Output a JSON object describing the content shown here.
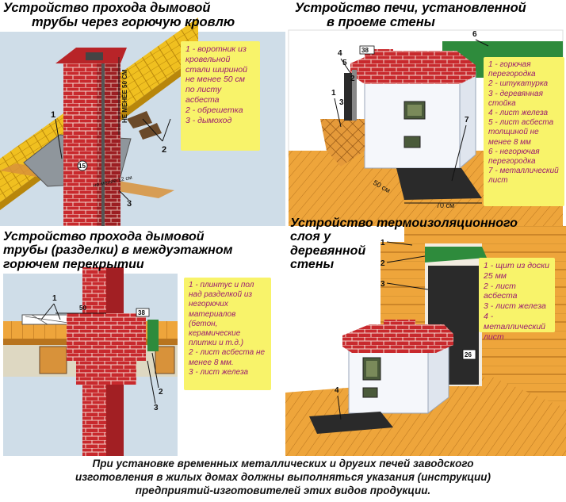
{
  "panels": {
    "roof": {
      "title_lines": [
        "Устройство прохода дымовой",
        "трубы через горючую кровлю"
      ],
      "legend": [
        "1 - воротник из кровельной стали шириной не менее 50 см по листу асбеста",
        "2 - обрешетка",
        "3 - дымоход"
      ],
      "labels": {
        "n1": "1",
        "n2": "2",
        "n3": "3",
        "dim_vertical": "НЕ МЕНЕЕ 50 СМ",
        "dim_12": "не менее 12 см",
        "dim_15": "15"
      }
    },
    "stove_wall": {
      "title_lines": [
        "Устройство печи, установленной",
        "в проеме стены"
      ],
      "legend": [
        "1 - горючая перегородка",
        "2 - штукатурка",
        "3 - деревянная стойка",
        "4 - лист железа",
        "5 - лист асбеста толщиной не менее 8 мм",
        "6 - негорючая перегородка",
        "7 - металлический лист"
      ],
      "labels": {
        "n1": "1",
        "n2": "2",
        "n3": "3",
        "n4": "4",
        "n5": "5",
        "n6": "6",
        "n7": "7",
        "dim_38": "38",
        "dim_50": "50 см",
        "dim_70": "70 см"
      }
    },
    "floor": {
      "title_lines": [
        "Устройство прохода дымовой",
        "трубы (разделки) в междуэтажном",
        "горючем перекрытии"
      ],
      "legend": [
        "1 - плинтус и пол над разделкой из негорючих материалов (бетон, керамические плитки и т.д.)",
        "2 - лист асбеста не менее 8 мм.",
        "3 - лист железа"
      ],
      "labels": {
        "n1": "1",
        "n2": "2",
        "n3": "3",
        "dim_50": "50",
        "dim_38": "38"
      }
    },
    "insulation": {
      "title_lines": [
        "Устройство термоизоляционного",
        "слоя у",
        "деревянной",
        "стены"
      ],
      "legend": [
        "1 - щит из доски 25 мм",
        "2 - лист асбеста",
        "3 - лист железа",
        "4 - металлический лист"
      ],
      "labels": {
        "n1": "1",
        "n2": "2",
        "n3": "3",
        "n4": "4",
        "dim_26": "26"
      }
    }
  },
  "footer_lines": [
    "При установке временных металлических и других печей  заводского",
    "изготовления в жилых домах должны выполняться указания (инструкции)",
    "предприятий-изготовителей этих видов продукции."
  ],
  "colors": {
    "legend_bg": "#f8f36a",
    "legend_text": "#9a1a6f",
    "brick": "#c8292d",
    "wood": "#eea53b",
    "asbestos": "#2a2a2a",
    "stove_white": "#f5f7fb"
  }
}
